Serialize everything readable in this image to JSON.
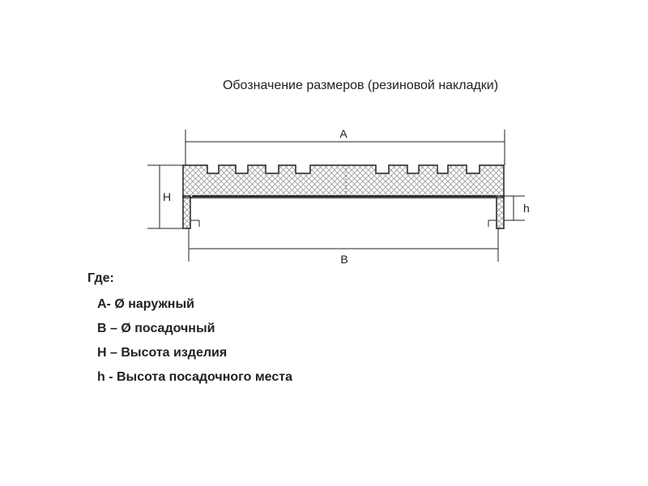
{
  "title": "Обозначение размеров (резиновой накладки)",
  "dimensions": {
    "a": "A",
    "b": "B",
    "big_h": "H",
    "small_h": "h"
  },
  "legend": {
    "heading": "Где:",
    "items": [
      "А-  Ø наружный",
      "В – Ø посадочный",
      "Н – Высота изделия",
      "h  -  Высота посадочного места"
    ]
  },
  "colors": {
    "line": "#222222",
    "hatch": "#9a9a9a"
  }
}
